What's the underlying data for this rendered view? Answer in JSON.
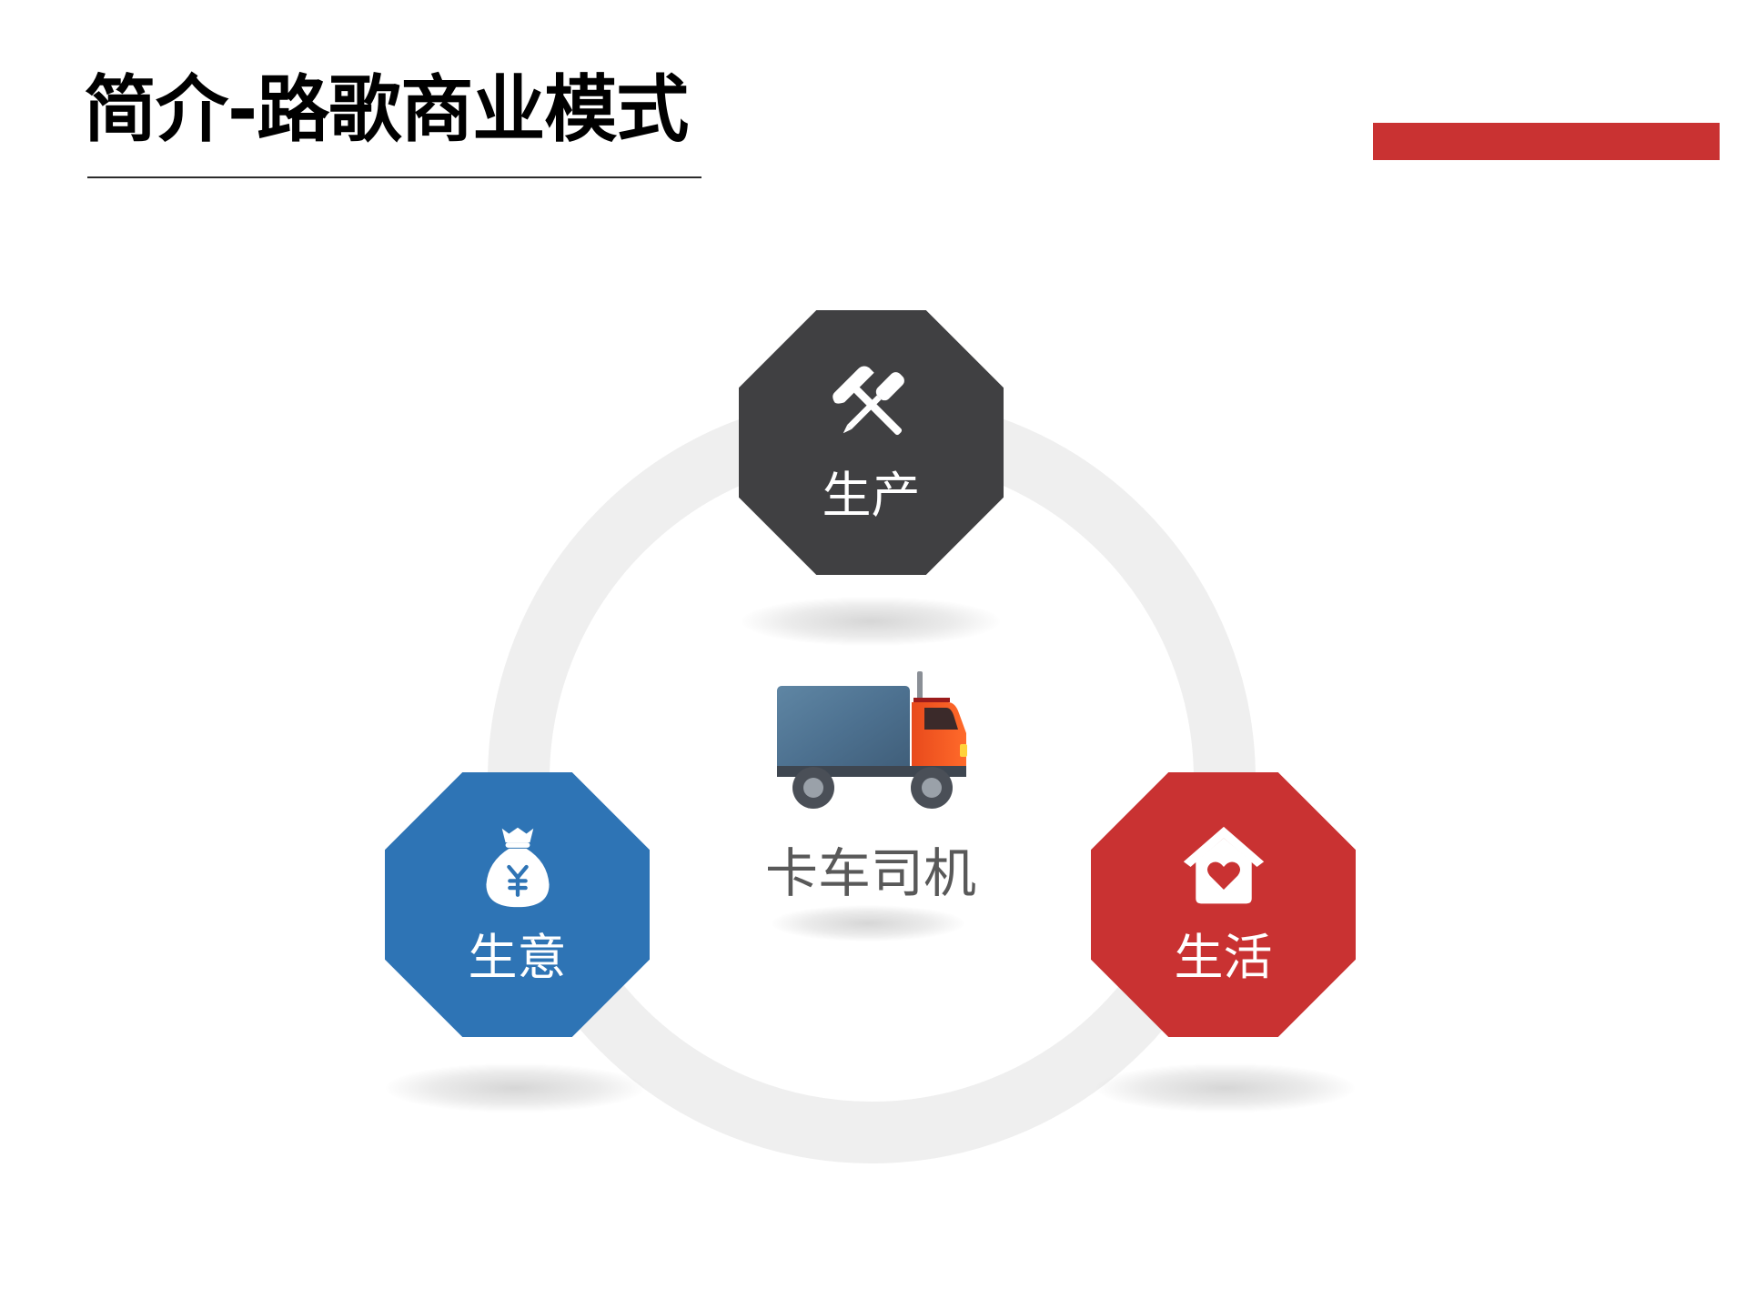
{
  "slide": {
    "title": "简介-路歌商业模式",
    "accent_color": "#c93232",
    "ring_color": "#efefef"
  },
  "center": {
    "label": "卡车司机",
    "icon": "truck-icon"
  },
  "nodes": [
    {
      "label": "生产",
      "icon": "tools-icon",
      "color": "#404042"
    },
    {
      "label": "生意",
      "icon": "money-bag-icon",
      "color": "#2e74b5"
    },
    {
      "label": "生活",
      "icon": "home-heart-icon",
      "color": "#c93232"
    }
  ]
}
